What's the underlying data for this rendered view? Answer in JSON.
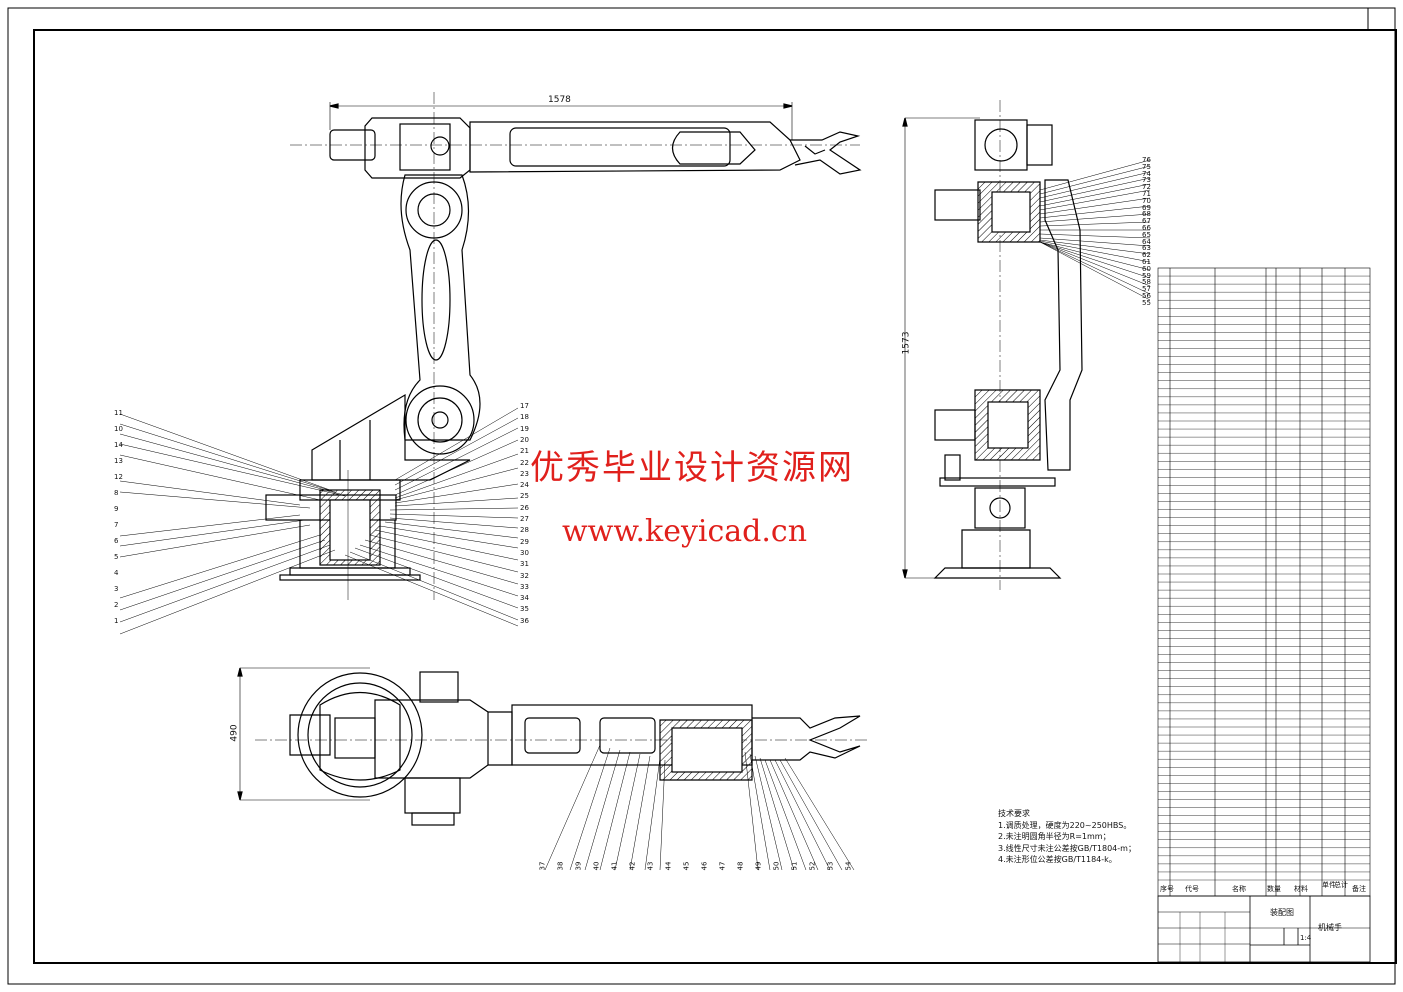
{
  "watermark": {
    "title": "优秀毕业设计资源网",
    "url": "www.keyicad.cn",
    "color": "#e0201c"
  },
  "dimensions": {
    "front_width": "1578",
    "side_height": "1573",
    "top_height": "490"
  },
  "notes": {
    "heading": "技术要求",
    "items": [
      "1.调质处理，硬度为220~250HBS。",
      "2.未注明圆角半径为R=1mm；",
      "3.线性尺寸未注公差按GB/T1804-m；",
      "4.未注形位公差按GB/T1184-k。"
    ]
  },
  "balloons": {
    "front_left": [
      "11",
      "10",
      "14",
      "13",
      "12",
      "8",
      "9",
      "7",
      "6",
      "5",
      "4",
      "3",
      "2",
      "1"
    ],
    "front_right": [
      "17",
      "18",
      "19",
      "20",
      "21",
      "22",
      "23",
      "24",
      "25",
      "26",
      "27",
      "28",
      "29",
      "30",
      "31",
      "32",
      "33",
      "34",
      "35",
      "36"
    ],
    "side_right": [
      "76",
      "75",
      "74",
      "73",
      "72",
      "71",
      "70",
      "69",
      "68",
      "67",
      "66",
      "65",
      "64",
      "63",
      "62",
      "61",
      "60",
      "59",
      "58",
      "57",
      "56",
      "55"
    ],
    "top_bottom": [
      "37",
      "38",
      "39",
      "40",
      "41",
      "42",
      "43",
      "44",
      "45",
      "46",
      "47",
      "48",
      "49",
      "50",
      "51",
      "52",
      "53",
      "54"
    ]
  },
  "title_block": {
    "header": [
      "序号",
      "代号",
      "名称",
      "数量",
      "材料",
      "单件",
      "总计",
      "备注"
    ],
    "drawing_title": "装配图",
    "sheet_name": "机械手",
    "scale": "1:4"
  }
}
